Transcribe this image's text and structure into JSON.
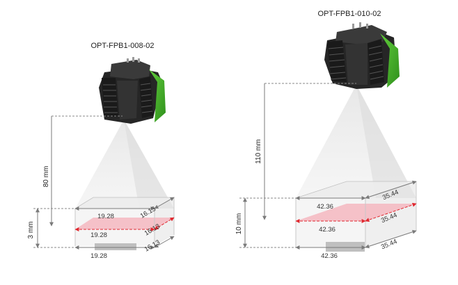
{
  "products": [
    {
      "model": "OPT-FPB1-008-02",
      "working_distance": "80 mm",
      "depth_of_field": "3 mm",
      "top": {
        "width": "19.28",
        "depth": "16.13"
      },
      "middle": {
        "width": "19.28",
        "depth": "16.13"
      },
      "bottom": {
        "width": "19.28",
        "depth": "16.13"
      }
    },
    {
      "model": "OPT-FPB1-010-02",
      "working_distance": "110 mm",
      "depth_of_field": "10 mm",
      "top": {
        "width": "42.36",
        "depth": "35.44"
      },
      "middle": {
        "width": "42.36",
        "depth": "35.44"
      },
      "bottom": {
        "width": "42.36",
        "depth": "35.44"
      }
    }
  ],
  "colors": {
    "housing": "#2e2e2e",
    "housing_dark": "#1c1c1c",
    "accent": "#4cb82e",
    "beam": "#d9d9d9",
    "volume_highlight": "#f4b7bf",
    "focus_line": "#e0282f",
    "guide": "#8a8a8a"
  }
}
